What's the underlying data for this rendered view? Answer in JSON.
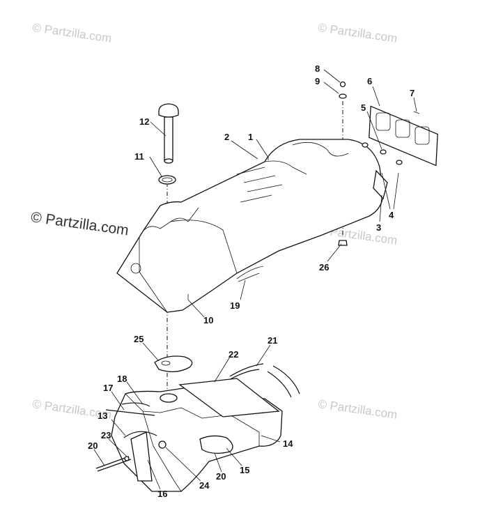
{
  "watermark": {
    "text": "© Partzilla.com"
  },
  "callouts": [
    {
      "id": "1",
      "label": "1"
    },
    {
      "id": "2",
      "label": "2"
    },
    {
      "id": "3",
      "label": "3"
    },
    {
      "id": "4",
      "label": "4"
    },
    {
      "id": "5",
      "label": "5"
    },
    {
      "id": "6",
      "label": "6"
    },
    {
      "id": "7",
      "label": "7"
    },
    {
      "id": "8",
      "label": "8"
    },
    {
      "id": "9",
      "label": "9"
    },
    {
      "id": "10",
      "label": "10"
    },
    {
      "id": "11",
      "label": "11"
    },
    {
      "id": "12",
      "label": "12"
    },
    {
      "id": "13",
      "label": "13"
    },
    {
      "id": "14",
      "label": "14"
    },
    {
      "id": "15",
      "label": "15"
    },
    {
      "id": "16",
      "label": "16"
    },
    {
      "id": "17",
      "label": "17"
    },
    {
      "id": "18",
      "label": "18"
    },
    {
      "id": "19",
      "label": "19"
    },
    {
      "id": "20a",
      "label": "20"
    },
    {
      "id": "20b",
      "label": "20"
    },
    {
      "id": "21",
      "label": "21"
    },
    {
      "id": "22",
      "label": "22"
    },
    {
      "id": "23",
      "label": "23"
    },
    {
      "id": "24",
      "label": "24"
    },
    {
      "id": "25",
      "label": "25"
    },
    {
      "id": "26",
      "label": "26"
    }
  ]
}
